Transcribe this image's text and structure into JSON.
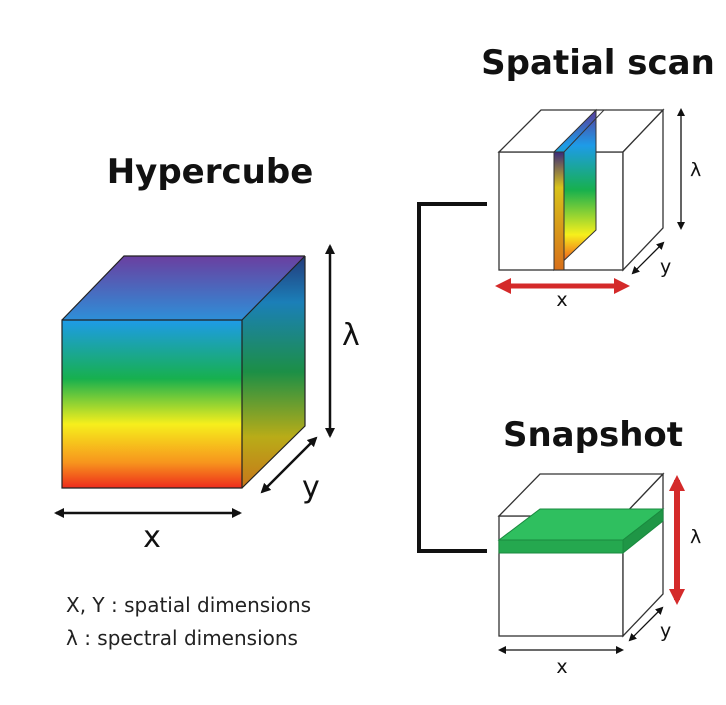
{
  "hypercube": {
    "title": "Hypercube",
    "x_label": "x",
    "y_label": "y",
    "lambda_label": "λ"
  },
  "legend": {
    "line1": "X, Y : spatial dimensions",
    "line2": "λ : spectral dimensions"
  },
  "spatial_scan": {
    "title": "Spatial scan",
    "x_label": "x",
    "y_label": "y",
    "lambda_label": "λ"
  },
  "snapshot": {
    "title": "Snapshot",
    "x_label": "x",
    "y_label": "y",
    "lambda_label": "λ"
  },
  "colors": {
    "spectrum": [
      "#6a3fa0",
      "#1ea0e6",
      "#17b04e",
      "#f6ef1c",
      "#f7941d",
      "#ee2c1c"
    ],
    "highlight_arrow": "#d42a2a",
    "snapshot_slice": "#2fbf5f",
    "snapshot_slice_edge": "#1a8a3f"
  }
}
